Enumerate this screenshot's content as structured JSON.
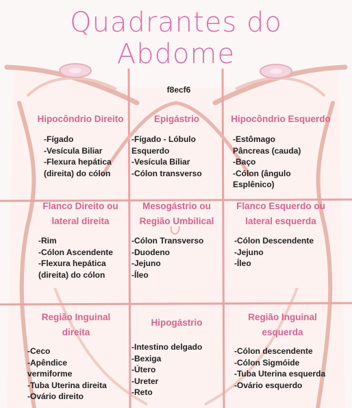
{
  "title": {
    "line1": "Quadrantes do",
    "line2": "Abdome"
  },
  "code": "f8ecf6",
  "regions": [
    {
      "heading": "Hipocôndrio Direito",
      "items": [
        "-Fígado",
        "-Vesícula Biliar",
        "-Flexura hepática",
        "(direita) do cólon"
      ]
    },
    {
      "heading": "Epigástrio",
      "items": [
        "-Fígado - Lóbulo",
        "Esquerdo",
        "-Vesícula Biliar",
        "-Cólon transverso"
      ]
    },
    {
      "heading": "Hipocôndrio Esquerdo",
      "items": [
        "-Estômago",
        "Pâncreas (cauda)",
        "-Baço",
        "-Cólon  (ângulo",
        "Esplênico)"
      ]
    },
    {
      "heading_line1": "Flanco Direito ou",
      "heading_line2": "lateral direita",
      "items": [
        "-Rim",
        "-Cólon Ascendente",
        "-Flexura hepática",
        "(direita) do cólon"
      ]
    },
    {
      "heading_line1": "Mesogástrio ou",
      "heading_line2": "Região Umbilical",
      "items": [
        "-Cólon Transverso",
        "-Duodeno",
        "-Jejuno",
        "-Íleo"
      ]
    },
    {
      "heading_line1": "Flanco Esquerdo ou",
      "heading_line2": "lateral esquerda",
      "items": [
        "-Cólon Descendente",
        "-Jejuno",
        "-Íleo"
      ]
    },
    {
      "heading_line1": "Região Inguinal",
      "heading_line2": "direita",
      "items": [
        "-Ceco",
        "-Apêndice",
        "vermiforme",
        "-Tuba Uterina direita",
        "-Ovário direito"
      ]
    },
    {
      "heading": "Hipogástrio",
      "items": [
        "-Intestino delgado",
        "-Bexiga",
        "-Útero",
        "-Ureter",
        "-Reto"
      ]
    },
    {
      "heading_line1": "Região Inguinal",
      "heading_line2": "esquerda",
      "items": [
        "-Cólon descendente",
        "-Cólon Sigmóide",
        "-Tuba Uterina esquerda",
        "-Ovário esquerdo"
      ]
    }
  ],
  "colors": {
    "title": "#e06aa8",
    "heading": "#d8608f",
    "grid_line": "#e9a3a3",
    "outline": "#e7b7ad",
    "nipple": "#f2c1cf"
  }
}
